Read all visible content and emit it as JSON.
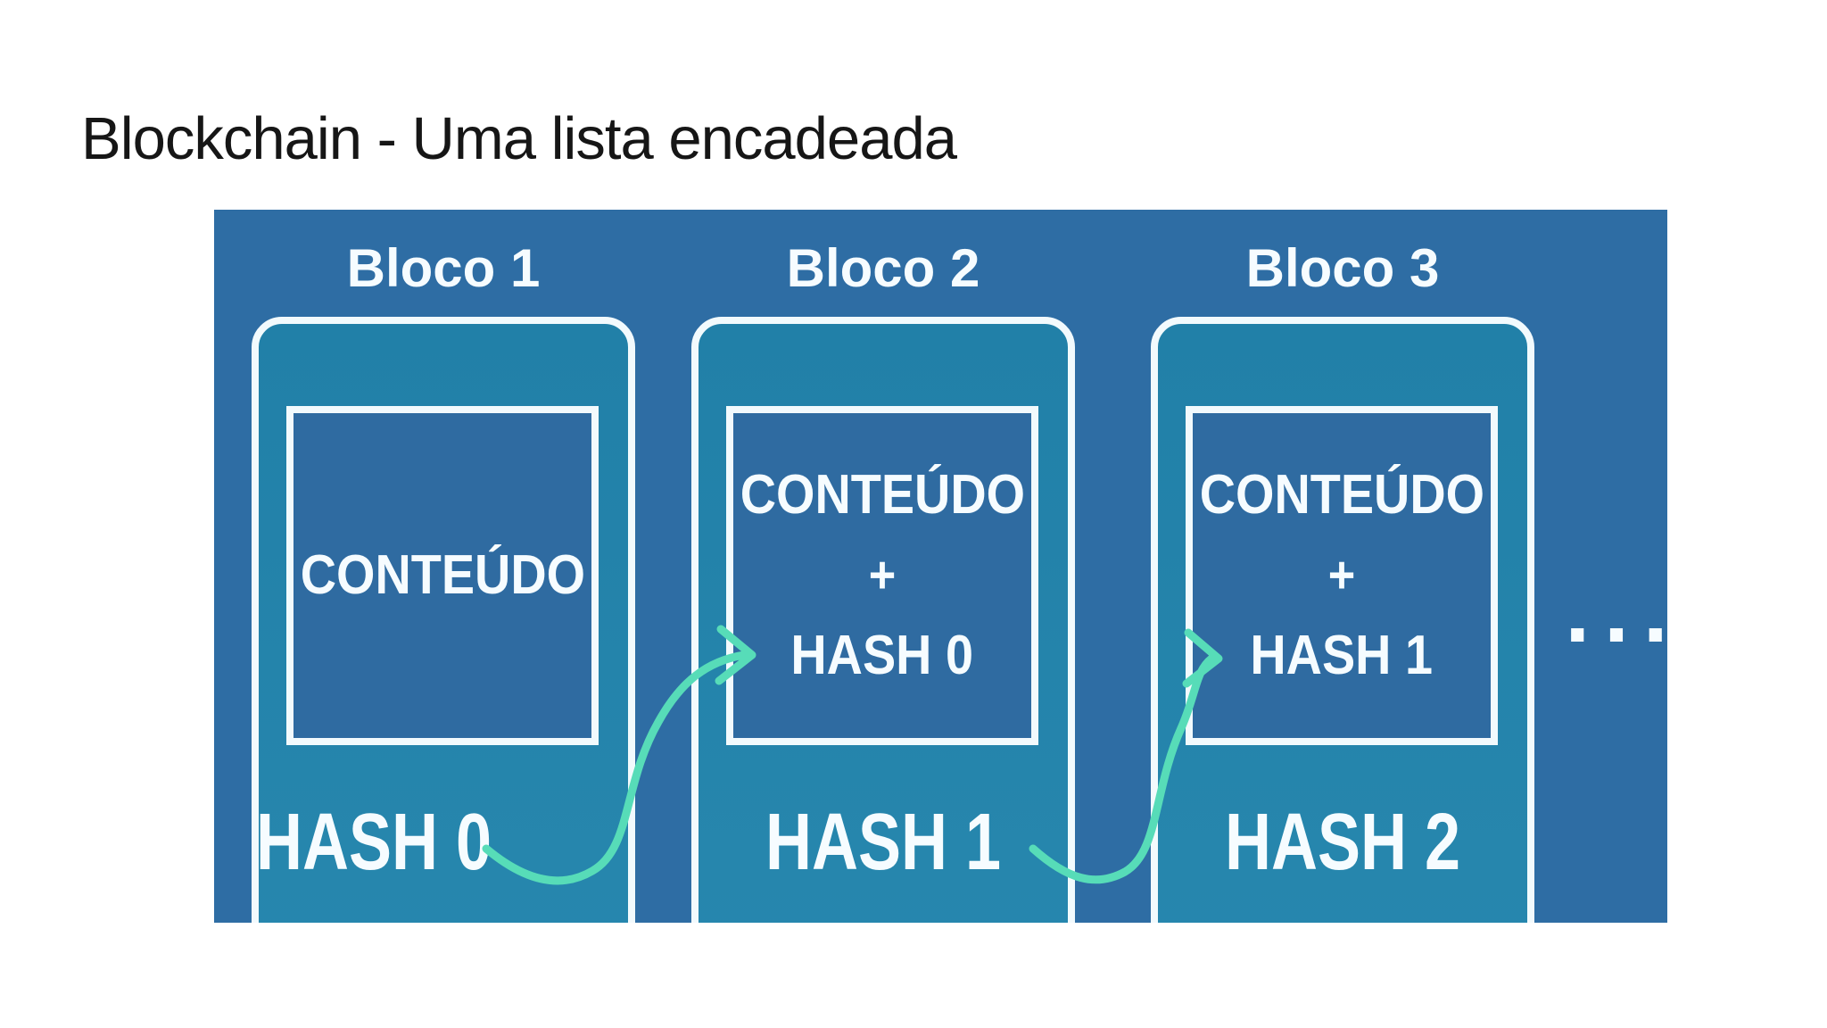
{
  "title": "Blockchain - Uma lista encadeada",
  "diagram": {
    "colors": {
      "panel": "#2e6da4",
      "block_top": "#2180a8",
      "block_bottom": "#2787ae",
      "box": "#2f6ba1",
      "border": "#f2fafd",
      "arrow": "#57dcb8",
      "text": "#f6fcff",
      "title": "#161616"
    },
    "blocks": [
      {
        "label": "Bloco 1",
        "content_lines": [
          "CONTEÚDO"
        ],
        "hash_label": "HASH 0"
      },
      {
        "label": "Bloco 2",
        "content_lines": [
          "CONTEÚDO",
          "+",
          "HASH 0"
        ],
        "hash_label": "HASH 1"
      },
      {
        "label": "Bloco 3",
        "content_lines": [
          "CONTEÚDO",
          "+",
          "HASH 1"
        ],
        "hash_label": "HASH 2"
      }
    ],
    "ellipsis": "..."
  }
}
